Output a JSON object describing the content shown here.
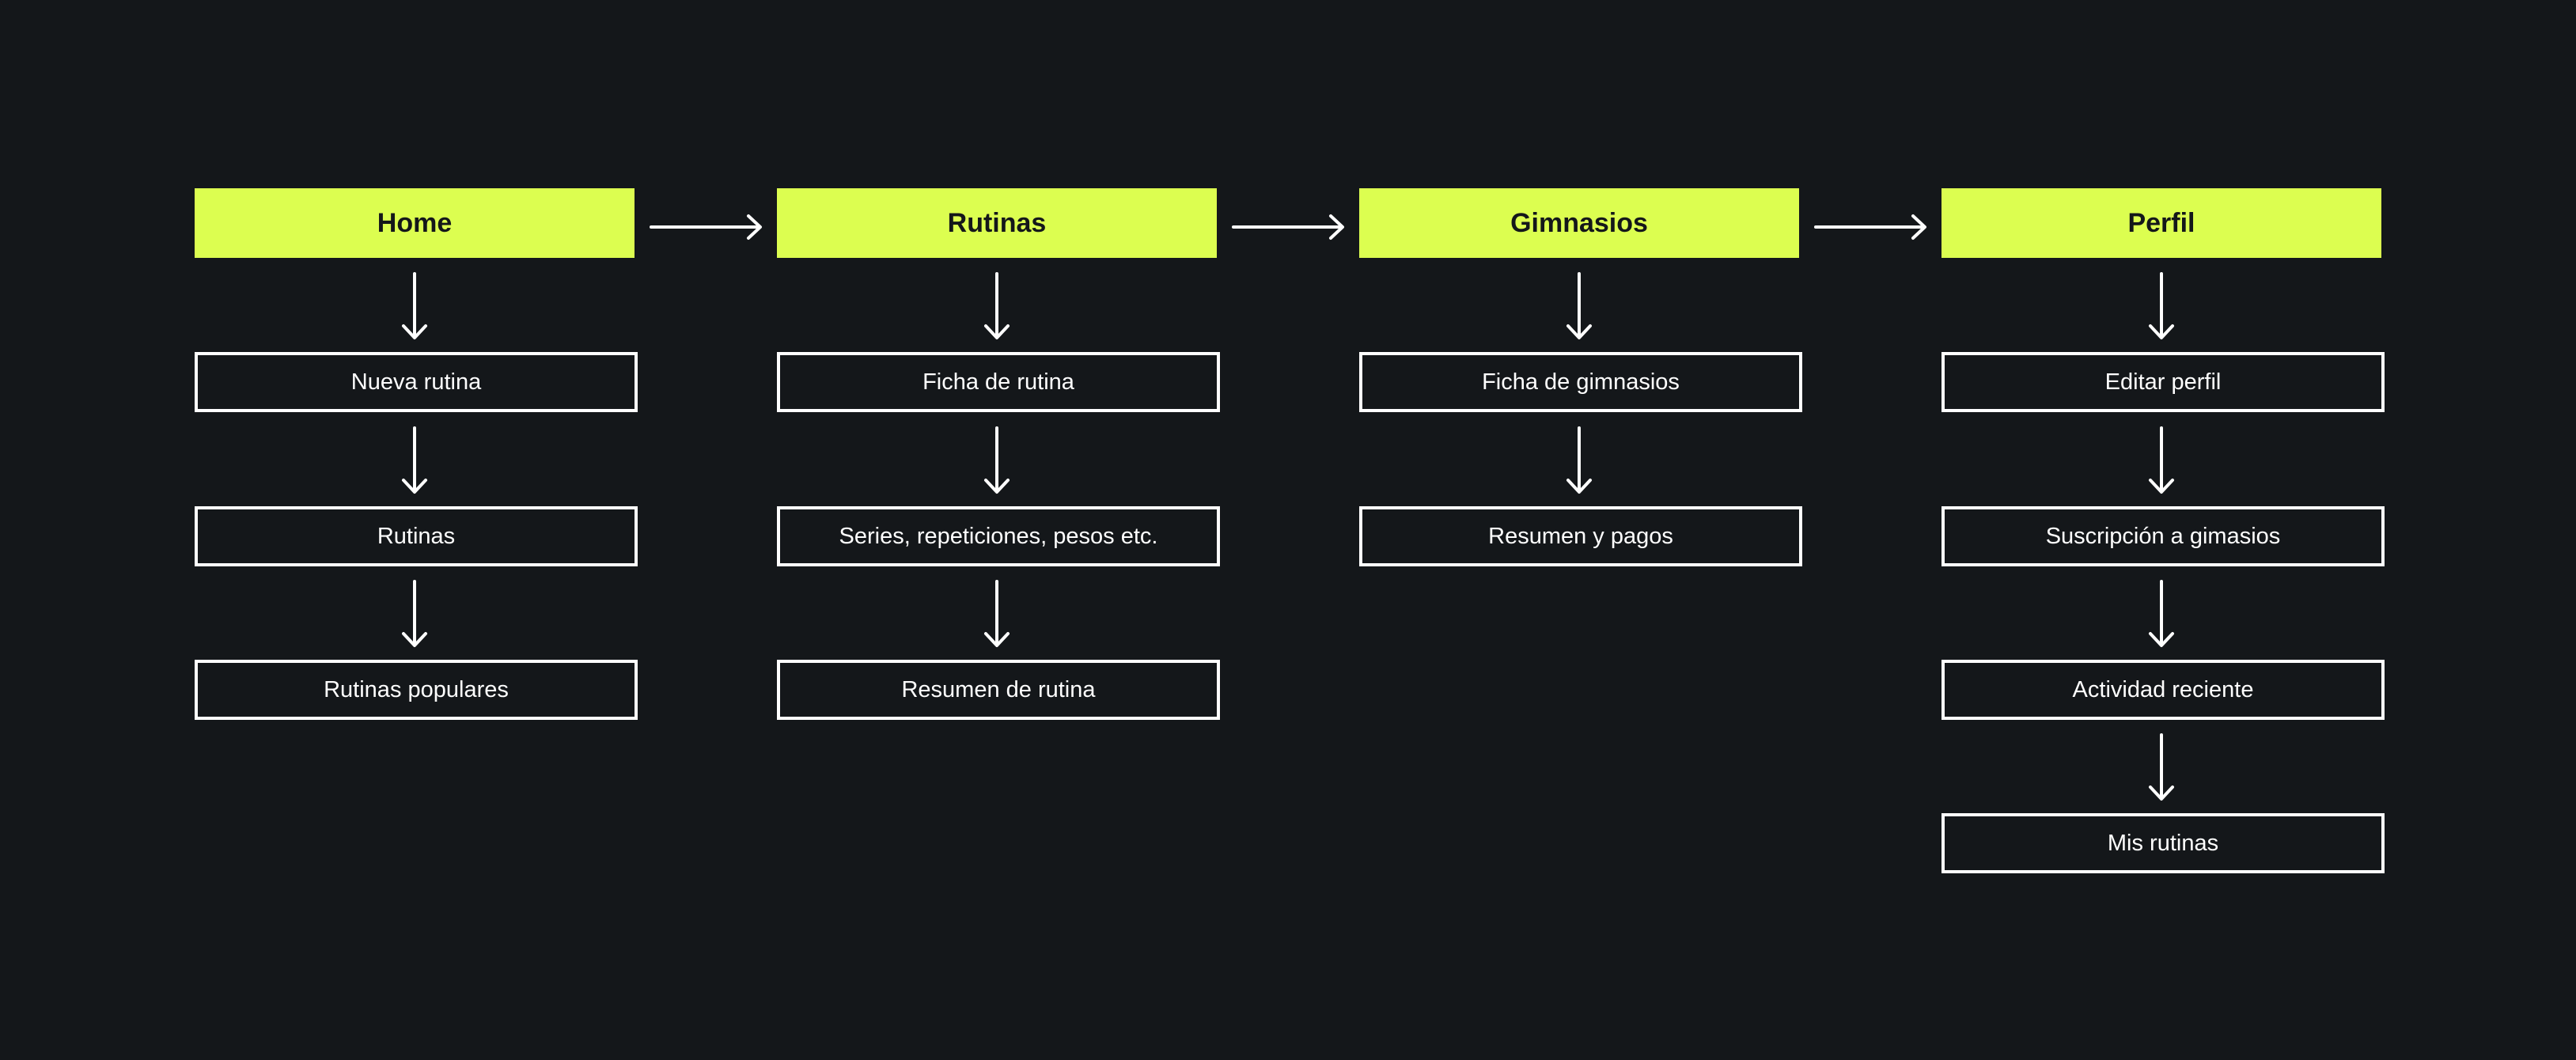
{
  "columns": [
    {
      "header": "Home",
      "items": [
        "Nueva rutina",
        "Rutinas",
        "Rutinas populares"
      ]
    },
    {
      "header": "Rutinas",
      "items": [
        "Ficha de rutina",
        "Series, repeticiones, pesos etc.",
        "Resumen de rutina"
      ]
    },
    {
      "header": "Gimnasios",
      "items": [
        "Ficha de gimnasios",
        "Resumen y pagos"
      ]
    },
    {
      "header": "Perfil",
      "items": [
        "Editar perfil",
        "Suscripción a gimasios",
        "Actividad reciente",
        "Mis rutinas"
      ]
    }
  ],
  "colors": {
    "background": "#14171a",
    "header_fill": "#dcfe50",
    "header_text": "#14171a",
    "line": "#ffffff"
  }
}
